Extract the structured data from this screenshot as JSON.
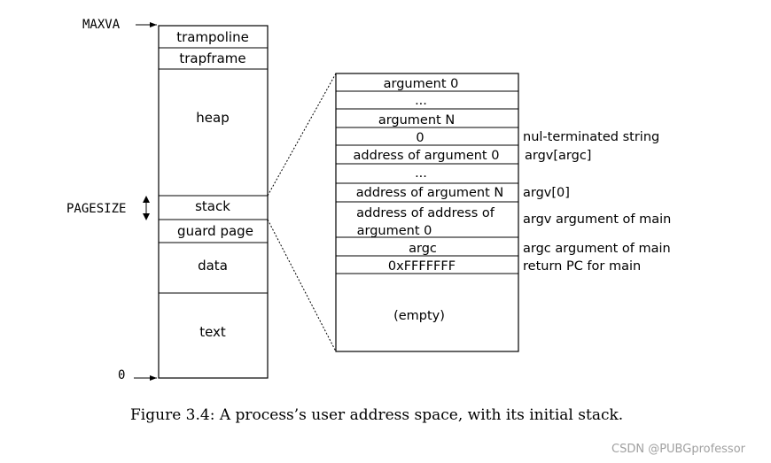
{
  "address_space": {
    "label_top": "MAXVA",
    "label_pagesize": "PAGESIZE",
    "label_bottom": "0",
    "segments": {
      "trampoline": "trampoline",
      "trapframe": "trapframe",
      "heap": "heap",
      "stack": "stack",
      "guard_page": "guard page",
      "data": "data",
      "text": "text"
    }
  },
  "stack_detail": {
    "cells": {
      "arg0": "argument 0",
      "dots1": "...",
      "argN": "argument N",
      "zero": "0",
      "addr_arg0": "address of argument 0",
      "dots2": "...",
      "addr_argN": "address of argument N",
      "addr_addr_line1": "address of address of",
      "addr_addr_line2": "argument 0",
      "argc": "argc",
      "retpc": "0xFFFFFFF",
      "empty": "(empty)"
    },
    "notes": {
      "nul": "nul-terminated string",
      "argv_argc": "argv[argc]",
      "argv0": "argv[0]",
      "argv_main": "argv argument of main",
      "argc_main": "argc argument of main",
      "ret_main": "return PC for main"
    }
  },
  "caption": "Figure 3.4: A process’s user address space, with its initial stack.",
  "watermark": "CSDN @PUBGprofessor"
}
